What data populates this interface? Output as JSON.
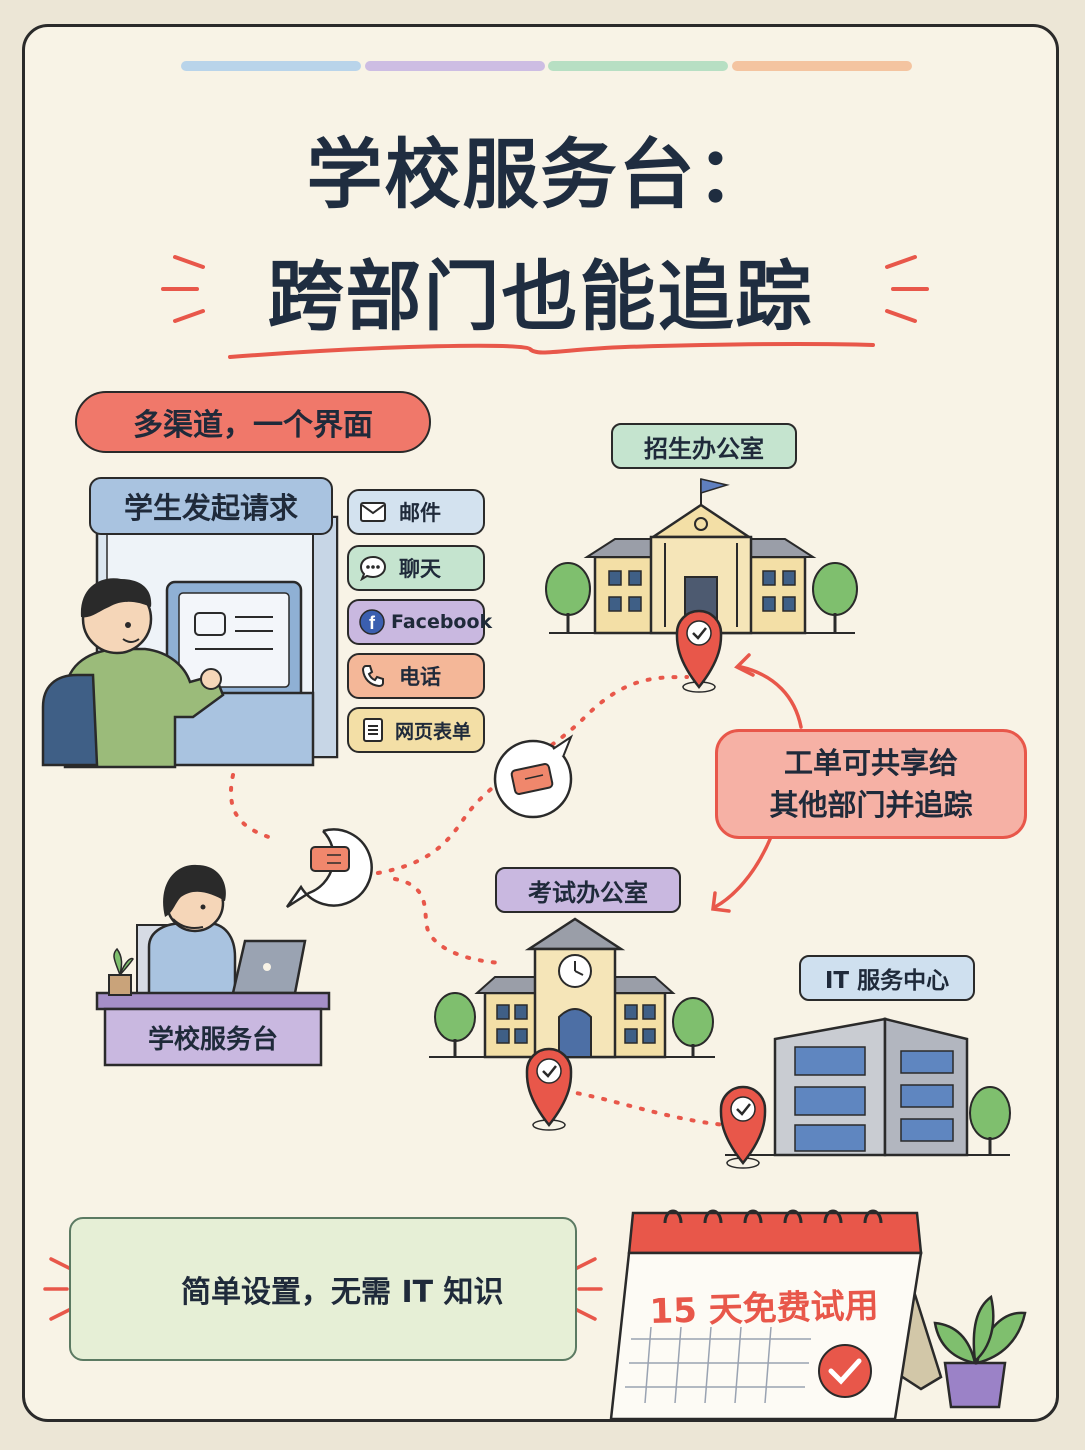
{
  "title": {
    "line1": "学校服务台：",
    "line2": "跨部门也能追踪"
  },
  "colors": {
    "accent_red": "#e8574a",
    "bar_blue": "#b9d4ea",
    "bar_purple": "#cdbde3",
    "bar_green": "#b7dfc3",
    "bar_orange": "#f4c4a0"
  },
  "channels_banner": "多渠道，一个界面",
  "kiosk_label": "学生发起请求",
  "channels": [
    {
      "label": "邮件",
      "icon": "mail-icon"
    },
    {
      "label": "聊天",
      "icon": "chat-icon"
    },
    {
      "label": "Facebook",
      "icon": "facebook-icon"
    },
    {
      "label": "电话",
      "icon": "phone-icon"
    },
    {
      "label": "网页表单",
      "icon": "form-icon"
    }
  ],
  "offices": {
    "admissions": "招生办公室",
    "exam": "考试办公室",
    "it": "IT 服务中心"
  },
  "desk_label": "学校服务台",
  "share_note": {
    "line1": "工单可共享给",
    "line2": "其他部门并追踪"
  },
  "setup_note": "简单设置，无需 IT 知识",
  "trial": "15 天免费试用"
}
